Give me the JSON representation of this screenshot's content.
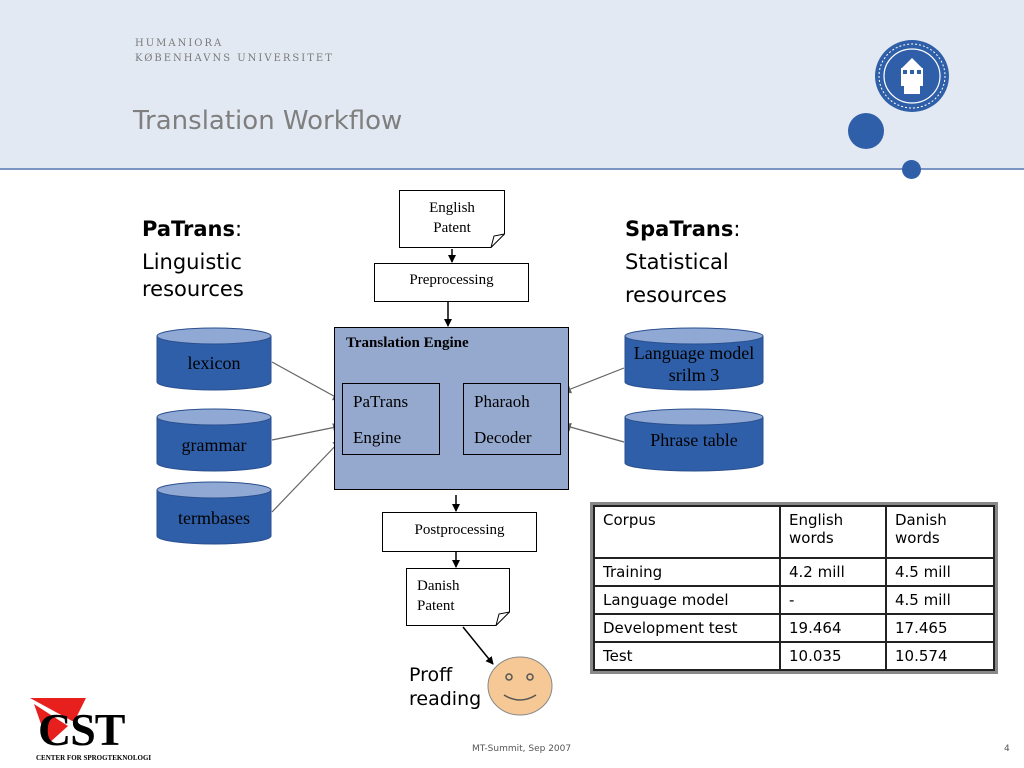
{
  "header": {
    "institution_line1": "HUMANIORA",
    "institution_line2": "KØBENHAVNS UNIVERSITET",
    "title": "Translation Workflow"
  },
  "left": {
    "title": "PaTrans",
    "colon": ":",
    "line1": "Linguistic",
    "line2": "resources"
  },
  "right": {
    "title": "SpaTrans",
    "colon": ":",
    "line1": "Statistical",
    "line2": "resources"
  },
  "flow": {
    "english_patent_line1": "English",
    "english_patent_line2": "Patent",
    "preprocessing": "Preprocessing",
    "engine_title": "Translation Engine",
    "patrans_line1": "PaTrans",
    "patrans_line2": "Engine",
    "pharaoh_line1": "Pharaoh",
    "pharaoh_line2": "Decoder",
    "postprocessing": "Postprocessing",
    "danish_patent_line1": "Danish",
    "danish_patent_line2": "Patent",
    "proof_line1": "Proff",
    "proof_line2": "reading"
  },
  "resources": {
    "lexicon": "lexicon",
    "grammar": "grammar",
    "termbases": "termbases",
    "lm_line1": "Language model",
    "lm_line2": "srilm 3",
    "phrase_table": "Phrase table"
  },
  "table": {
    "headers": [
      "Corpus",
      "English words",
      "Danish words"
    ],
    "rows": [
      [
        "Training",
        "4.2 mill",
        "4.5 mill"
      ],
      [
        "Language model",
        "-",
        "4.5 mill"
      ],
      [
        "Development test",
        "19.464",
        "17.465"
      ],
      [
        "Test",
        "10.035",
        "10.574"
      ]
    ]
  },
  "footer": {
    "logo_text": "CST",
    "logo_caption": "CENTER FOR SPROGTEKNOLOGI",
    "event": "MT-Summit, Sep 2007",
    "page": "4"
  },
  "colors": {
    "accent_blue": "#2f5fa8",
    "engine_fill": "#95a9cf",
    "cylinder_fill": "#2f5fa8",
    "smiley_fill": "#f5c896",
    "logo_red": "#e8201d"
  }
}
